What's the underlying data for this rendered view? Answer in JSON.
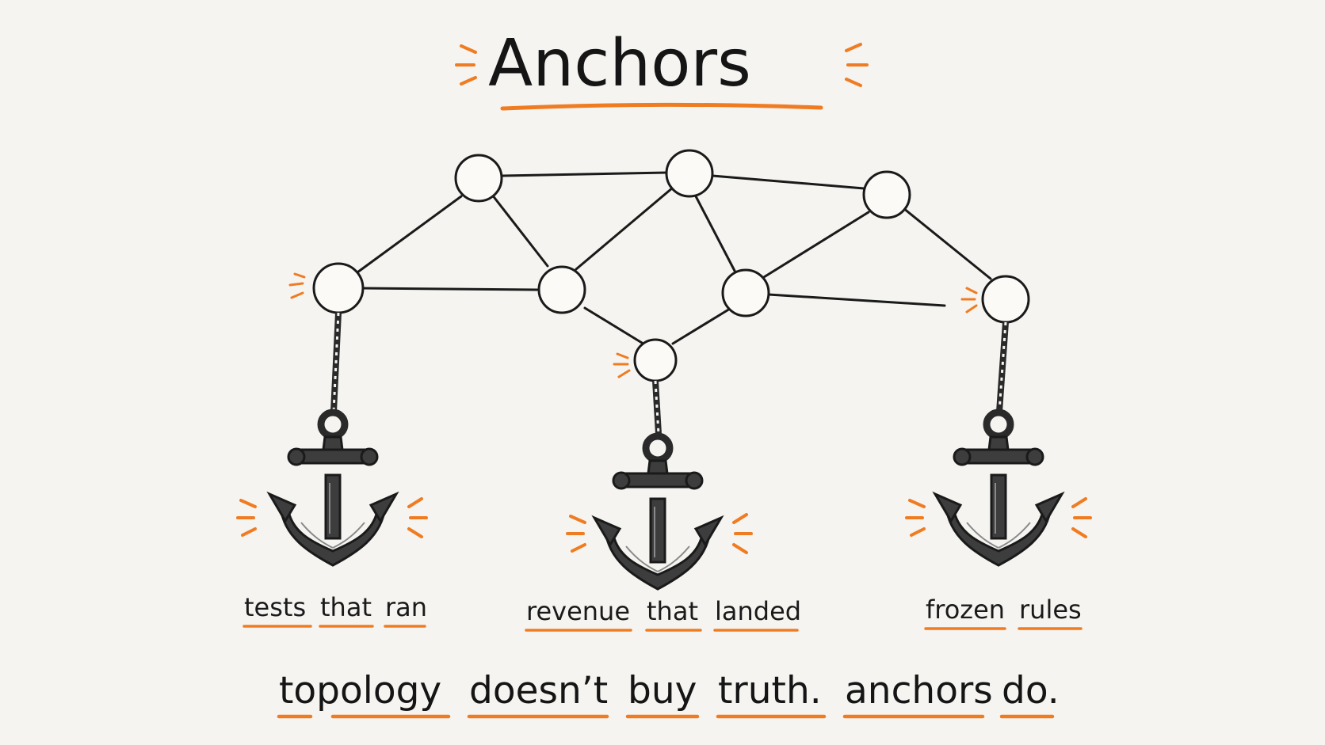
{
  "title": "Anchors",
  "anchors": [
    {
      "label_words": [
        "tests",
        "that",
        "ran"
      ]
    },
    {
      "label_words": [
        "revenue",
        "that",
        "landed"
      ]
    },
    {
      "label_words": [
        "frozen",
        "rules"
      ]
    }
  ],
  "caption_words": [
    "topology",
    "doesn’t",
    "buy",
    "truth.",
    "anchors",
    "do."
  ],
  "colors": {
    "accent": "#f07c22",
    "ink": "#151515",
    "background": "#f5f4f1"
  },
  "icons": {
    "anchor": "anchor-icon",
    "node": "circle-node-icon",
    "rope": "rope-icon",
    "emphasis": "spark-dashes-icon"
  }
}
